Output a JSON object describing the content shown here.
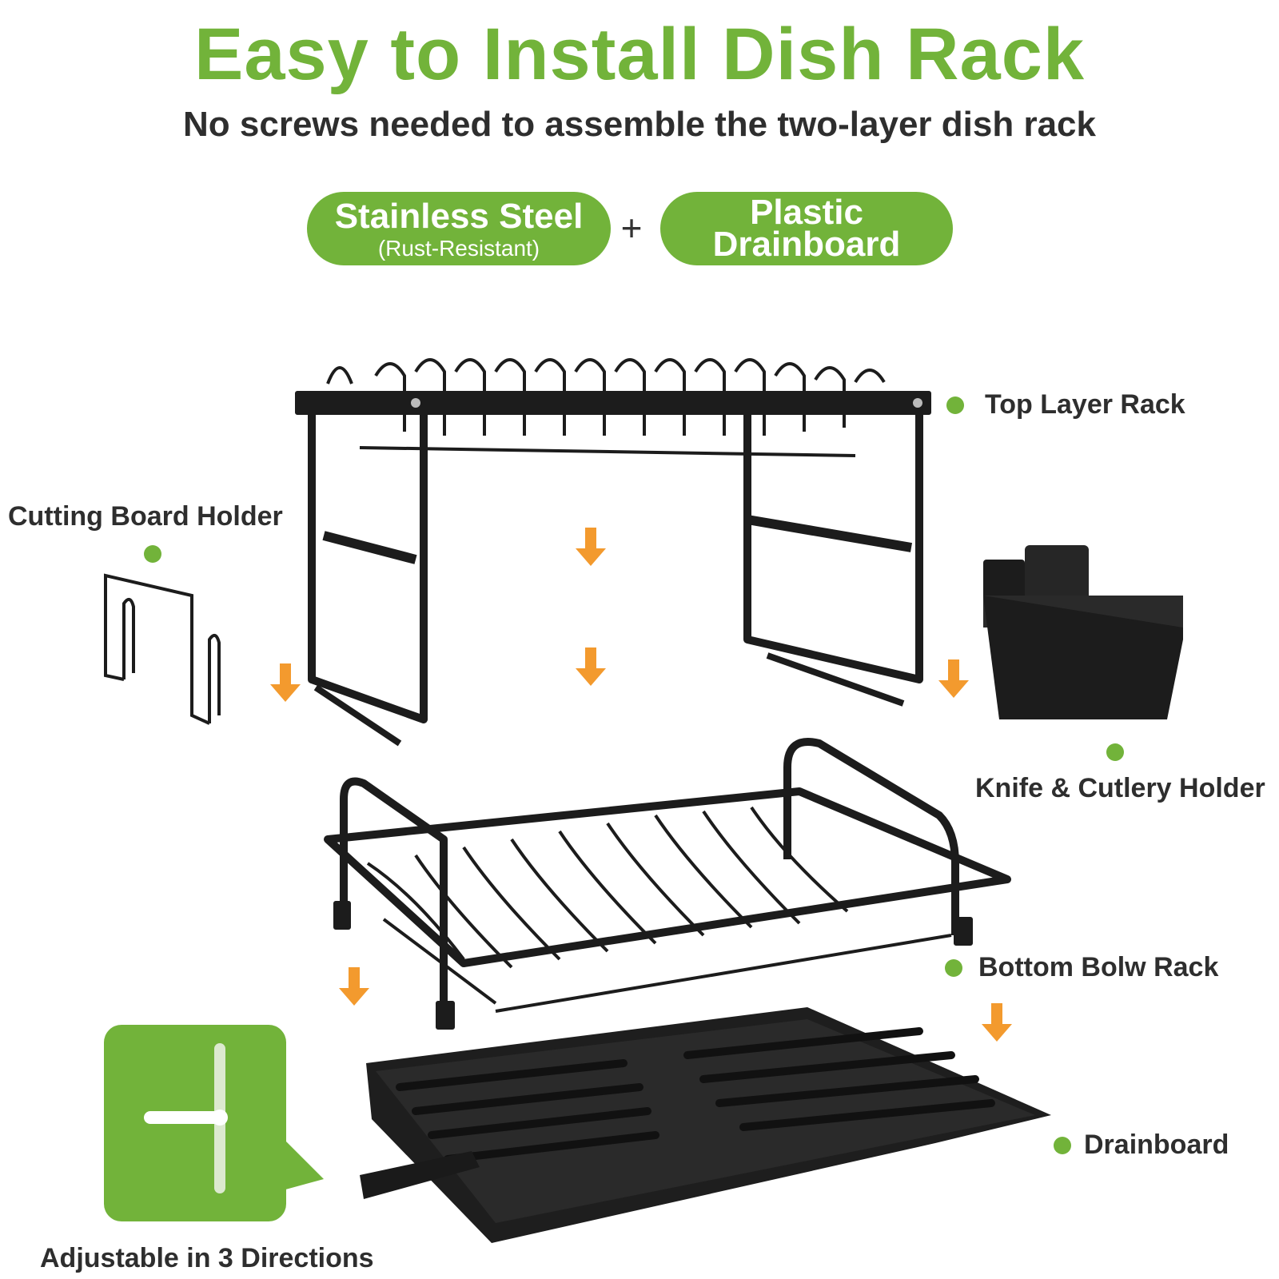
{
  "title": "Easy to Install Dish Rack",
  "subtitle": "No screws needed to assemble the two-layer dish rack",
  "materials": {
    "steel": {
      "main": "Stainless Steel",
      "sub": "(Rust-Resistant)"
    },
    "plus": "+",
    "plastic": {
      "line1": "Plastic",
      "line2": "Drainboard"
    }
  },
  "parts": {
    "top_layer": "Top Layer Rack",
    "cutting_board": "Cutting Board Holder",
    "knife_holder": "Knife & Cutlery Holder",
    "bottom_rack": "Bottom Bolw Rack",
    "drainboard": "Drainboard"
  },
  "adjustable": "Adjustable in 3 Directions",
  "colors": {
    "accent": "#72b33a",
    "arrow": "#f39a2e",
    "product": "#1c1c1c"
  },
  "icons": [
    "dot-icon",
    "down-arrow-icon",
    "adjust-icon"
  ]
}
